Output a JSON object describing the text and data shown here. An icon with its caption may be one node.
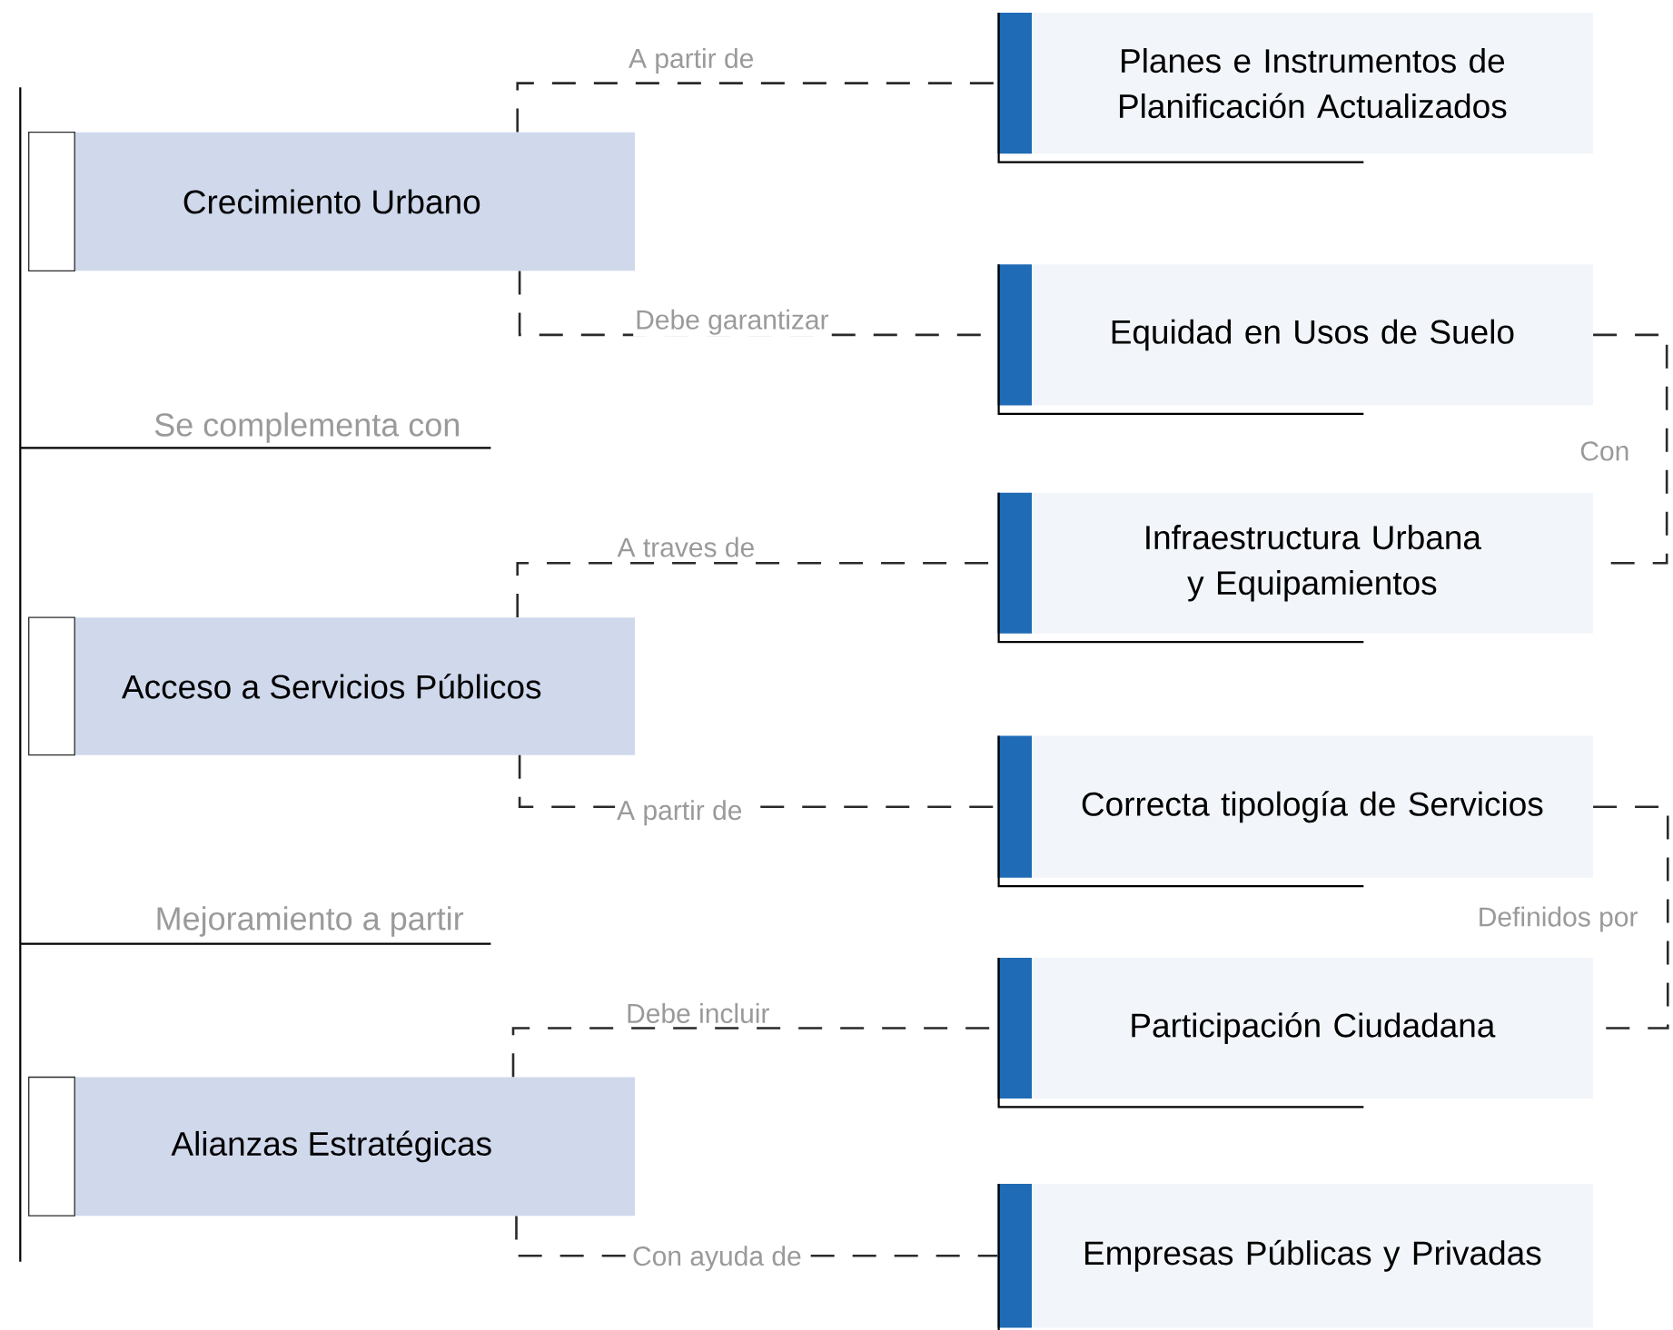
{
  "diagram": {
    "nodes": [
      {
        "text": [
          "Crecimiento Urbano"
        ]
      },
      {
        "text": [
          "Acceso a Servicios Públicos"
        ]
      },
      {
        "text": [
          "Alianzas Estratégicas"
        ]
      },
      {
        "text": [
          "Planes e Instrumentos de Planificación Actualizados"
        ]
      },
      {
        "text": [
          "Equidad en Usos de Suelo"
        ]
      },
      {
        "text": [
          "Infraestructura Urbana y Equipamientos"
        ]
      },
      {
        "text": [
          "Correcta tipología de Servicios"
        ]
      },
      {
        "text": [
          "Participación Ciudadana"
        ]
      },
      {
        "text": [
          "Empresas Públicas y Privadas"
        ]
      }
    ],
    "edges": [
      {
        "from": 0,
        "to": 3,
        "arrow": "none",
        "label": "A partir de"
      },
      {
        "from": 0,
        "to": 4,
        "arrow": "none",
        "label": "Debe garantizar"
      },
      {
        "from": 1,
        "to": 5,
        "arrow": "none",
        "label": "A traves de"
      },
      {
        "from": 1,
        "to": 6,
        "arrow": "none",
        "label": "A partir de"
      },
      {
        "from": 2,
        "to": 7,
        "arrow": "none",
        "label": "Debe incluir"
      },
      {
        "from": 2,
        "to": 8,
        "arrow": "none",
        "label": "Con ayuda de"
      },
      {
        "from": 4,
        "to": 5,
        "arrow": "none",
        "label": "Con"
      },
      {
        "from": 6,
        "to": 7,
        "arrow": "none",
        "label": "Definidos por"
      }
    ],
    "labels": [
      "Se complementa con",
      "Mejoramiento a partir"
    ]
  }
}
